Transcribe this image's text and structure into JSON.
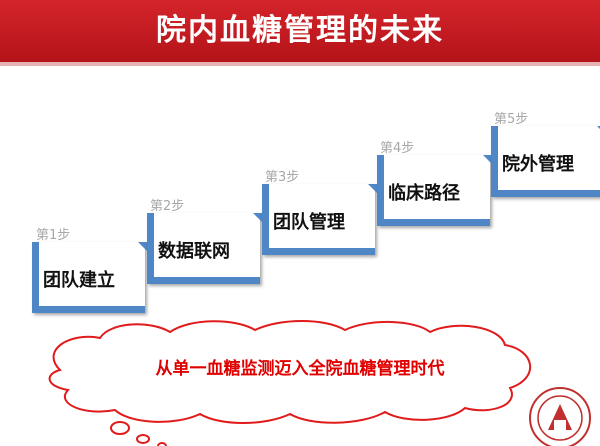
{
  "slide": {
    "title": "院内血糖管理的未来",
    "slogan": "从单一血糖监测迈入全院血糖管理时代"
  },
  "steps": [
    {
      "label": "第1步",
      "name": "团队建立"
    },
    {
      "label": "第2步",
      "name": "数据联网"
    },
    {
      "label": "第3步",
      "name": "团队管理"
    },
    {
      "label": "第4步",
      "name": "临床路径"
    },
    {
      "label": "第5步",
      "name": "院外管理"
    }
  ],
  "colors": {
    "title_bar": "#c41e23",
    "step_accent": "#4f86c6",
    "slogan": "#e00000"
  },
  "icons": {
    "seal": "hospital-seal-icon",
    "bubble": "thought-cloud-icon"
  }
}
